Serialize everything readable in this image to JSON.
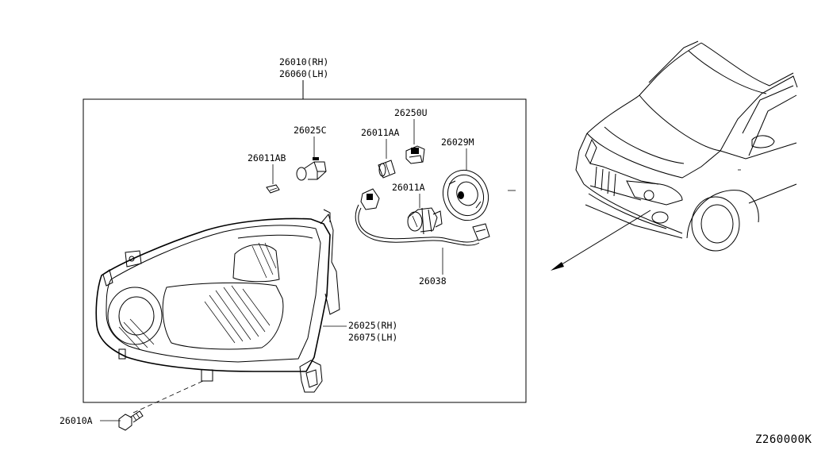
{
  "labels": {
    "headlamp_assembly_rh": "26010(RH)",
    "headlamp_assembly_lh": "26060(LH)",
    "bulb_26025c": "26025C",
    "socket_26011ab": "26011AB",
    "socket_26011aa": "26011AA",
    "bulb_26250u": "26250U",
    "cap_26029m": "26029M",
    "bulb_26011a": "26011A",
    "harness_26038": "26038",
    "housing_rh": "26025(RH)",
    "housing_lh": "26075(LH)",
    "screw_26010a": "26010A"
  },
  "diagram_code": "Z260000K"
}
